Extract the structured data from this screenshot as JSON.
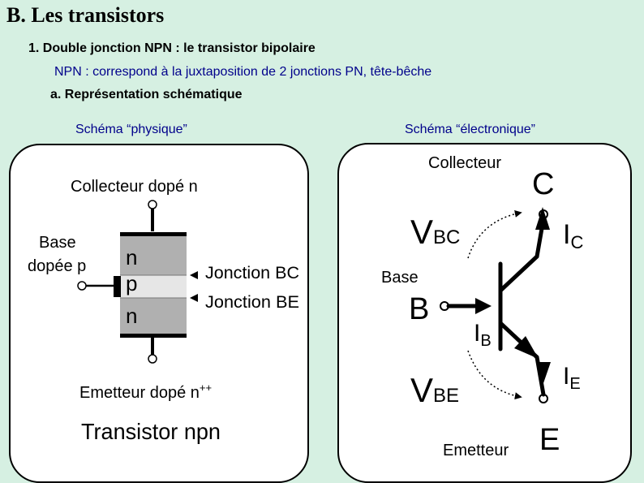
{
  "header": {
    "title": "B. Les transistors",
    "section": "1. Double jonction NPN : le transistor bipolaire",
    "description": "NPN : correspond à la juxtaposition de 2 jonctions PN, tête-bêche",
    "subsection": "a. Représentation schématique"
  },
  "physical": {
    "caption": "Schéma “physique”",
    "collector_label": "Collecteur dopé n",
    "base_label_line1": "Base",
    "base_label_line2": "dopée p",
    "emitter_label": "Emetteur dopé n",
    "emitter_sup": "++",
    "layer_n_top": "n",
    "layer_p": "p",
    "layer_n_bottom": "n",
    "junction_bc": "Jonction BC",
    "junction_be": "Jonction BE",
    "footer": "Transistor npn"
  },
  "electronic": {
    "caption": "Schéma “électronique”",
    "collector_word": "Collecteur",
    "collector_letter": "C",
    "base_word": "Base",
    "base_letter": "B",
    "emitter_word": "Emetteur",
    "emitter_letter": "E",
    "vbc_main": "V",
    "vbc_sub": "BC",
    "vbe_main": "V",
    "vbe_sub": "BE",
    "ic_main": "I",
    "ic_sub": "C",
    "ib_main": "I",
    "ib_sub": "B",
    "ie_main": "I",
    "ie_sub": "E"
  },
  "colors": {
    "background": "#d6f0e2",
    "caption_text": "#00008b",
    "layer_n": "#b0b0b0",
    "layer_p": "#e6e6e6"
  }
}
